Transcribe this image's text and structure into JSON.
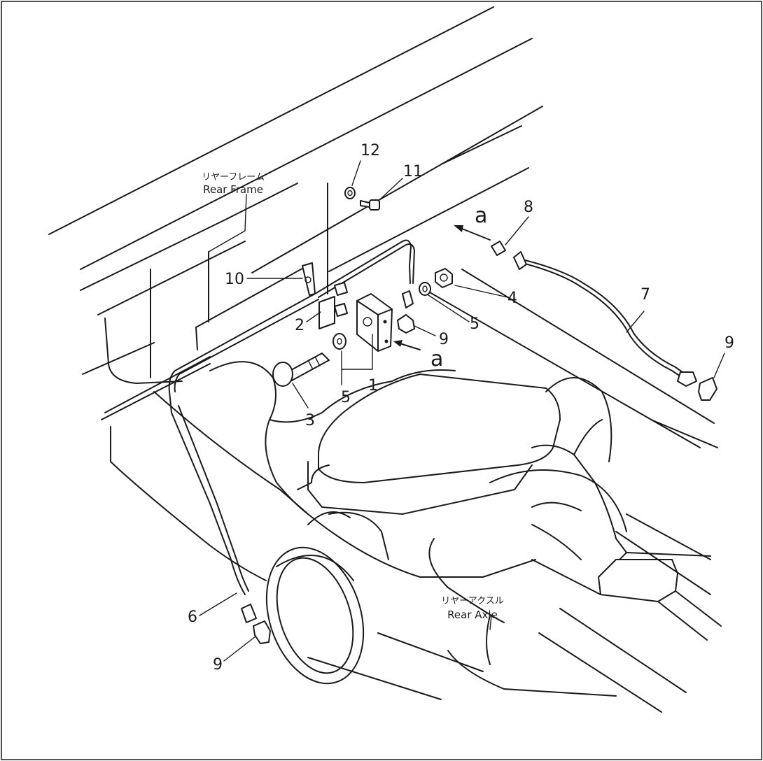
{
  "labels": {
    "rear_frame_jp": "リヤーフレーム",
    "rear_frame_en": "Rear Frame",
    "rear_axle_jp": "リヤーアクスル",
    "rear_axle_en": "Rear Axle",
    "view_mark": "a",
    "view_mark_2": "a"
  },
  "callouts": {
    "p1": "1",
    "p2": "2",
    "p3": "3",
    "p4": "4",
    "p5a": "5",
    "p5b": "5",
    "p6": "6",
    "p7": "7",
    "p8": "8",
    "p9a": "9",
    "p9b": "9",
    "p9c": "9",
    "p10": "10",
    "p11": "11",
    "p12": "12"
  }
}
